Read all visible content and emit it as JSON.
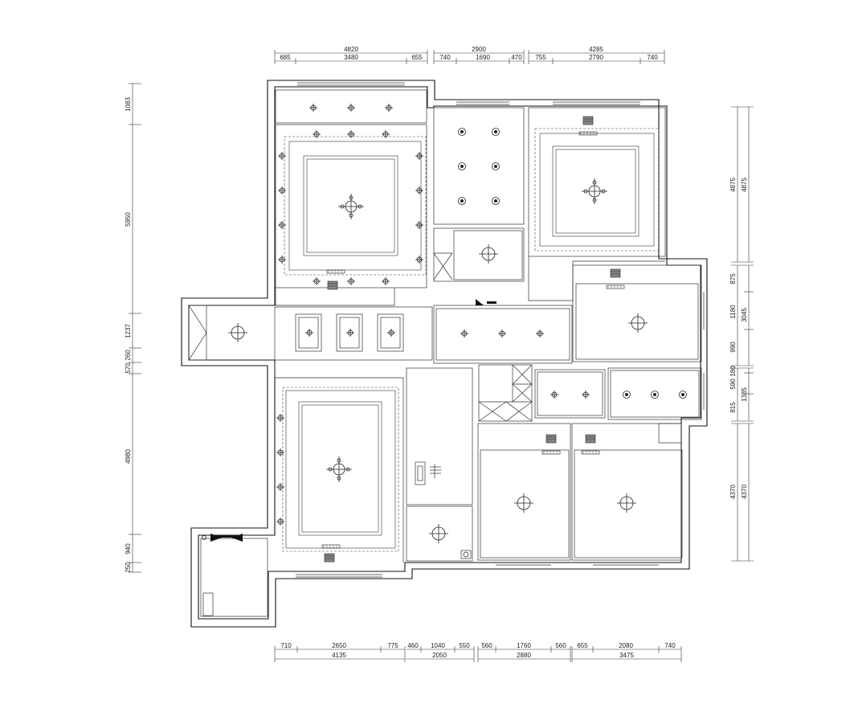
{
  "plan": {
    "type": "reflected ceiling plan",
    "colors": {
      "line": "#111111",
      "background": "#ffffff"
    },
    "icons": [
      "ceiling-light-icon",
      "downlight-icon",
      "spotlight-icon",
      "air-vent-icon",
      "exhaust-fan-icon"
    ]
  },
  "dimensions": {
    "top_totals": [
      "4820",
      "2900",
      "4285"
    ],
    "top_parts": [
      "685",
      "3480",
      "655",
      "740",
      "1690",
      "470",
      "755",
      "2790",
      "740"
    ],
    "bottom_parts": [
      "710",
      "2650",
      "775",
      "460",
      "1040",
      "550",
      "560",
      "1760",
      "560",
      "655",
      "2080",
      "740"
    ],
    "bottom_totals": [
      "4135",
      "2050",
      "2880",
      "3475"
    ],
    "left": [
      "1083",
      "5950",
      "1237",
      "570",
      "260",
      "4980",
      "940",
      "250"
    ],
    "right_outer": [
      "4875",
      "3045",
      "1385",
      "4370"
    ],
    "right_inner": [
      "4875",
      "875",
      "1180",
      "990",
      "180",
      "590",
      "815",
      "4370"
    ]
  }
}
